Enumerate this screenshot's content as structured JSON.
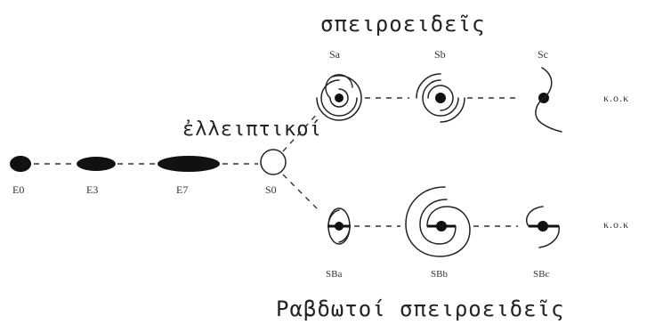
{
  "titles": {
    "spirals": "σπειροειδεῖς",
    "ellipticals": "ἐλλειπτικοί",
    "barred": "Ραβδωτοί σπειροειδεῖς"
  },
  "labels": {
    "E0": "E0",
    "E3": "E3",
    "E7": "E7",
    "S0": "S0",
    "Sa": "Sa",
    "Sb": "Sb",
    "Sc": "Sc",
    "SBa": "SBa",
    "SBb": "SBb",
    "SBc": "SBc"
  },
  "side_labels": {
    "upper": "κ.ο.κ",
    "lower": "κ.ο.κ"
  }
}
